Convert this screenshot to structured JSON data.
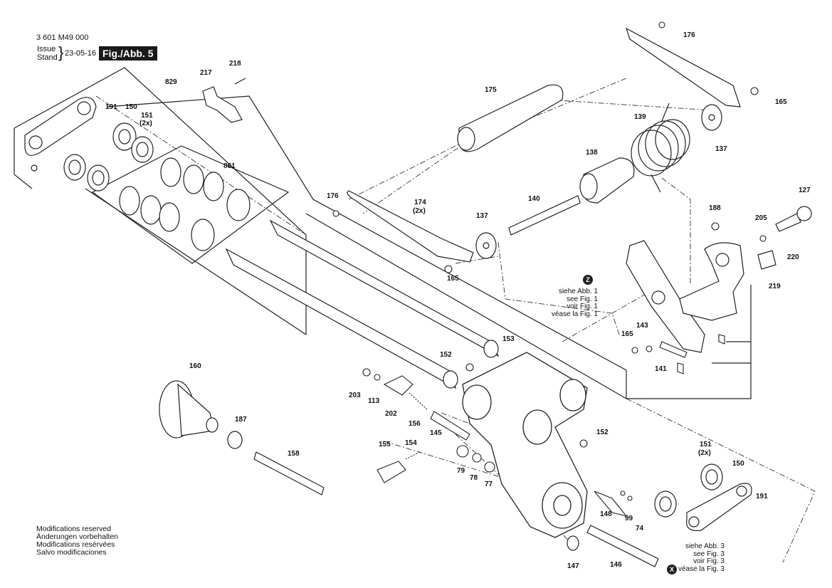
{
  "header": {
    "part_number": "3 601 M49 000",
    "issue_label": "Issue",
    "stand_label": "Stand",
    "date": "23-05-16",
    "figure_label": "Fig./Abb. 5"
  },
  "part_labels": {
    "p829": "829",
    "p217": "217",
    "p218": "218",
    "p191a": "191",
    "p150a": "150",
    "p151a": "151",
    "p151a_qty": "(2x)",
    "p861": "861",
    "p176a": "176",
    "p174": "174",
    "p174_qty": "(2x)",
    "p137a": "137",
    "p165a": "165",
    "p175": "175",
    "p139": "139",
    "p138": "138",
    "p140": "140",
    "p176b": "176",
    "p165b": "165",
    "p137b": "137",
    "p127": "127",
    "p188": "188",
    "p205": "205",
    "p220": "220",
    "p219": "219",
    "p143": "143",
    "p165c": "165",
    "p141": "141",
    "p153": "153",
    "p152a": "152",
    "p160": "160",
    "p203": "203",
    "p113": "113",
    "p202": "202",
    "p156": "156",
    "p145": "145",
    "p187": "187",
    "p158": "158",
    "p155": "155",
    "p154": "154",
    "p79": "79",
    "p78": "78",
    "p77": "77",
    "p152b": "152",
    "p151b": "151",
    "p151b_qty": "(2x)",
    "p150b": "150",
    "p191b": "191",
    "p148": "148",
    "p99": "99",
    "p74": "74",
    "p147": "147",
    "p146": "146"
  },
  "reference_z": {
    "badge": "Z",
    "lines": [
      "siehe Abb. 1",
      "see Fig. 1",
      "voir Fig. 1",
      "véase la Fig. 1"
    ]
  },
  "reference_x": {
    "badge": "X",
    "lines": [
      "siehe Abb. 3",
      "see Fig. 3",
      "voir Fig. 3",
      "véase la Fig. 3"
    ]
  },
  "footer": {
    "lines": [
      "Modifications reserved",
      "Änderungen vorbehalten",
      "Modifications resérvées",
      "Salvo modificaciones"
    ]
  }
}
